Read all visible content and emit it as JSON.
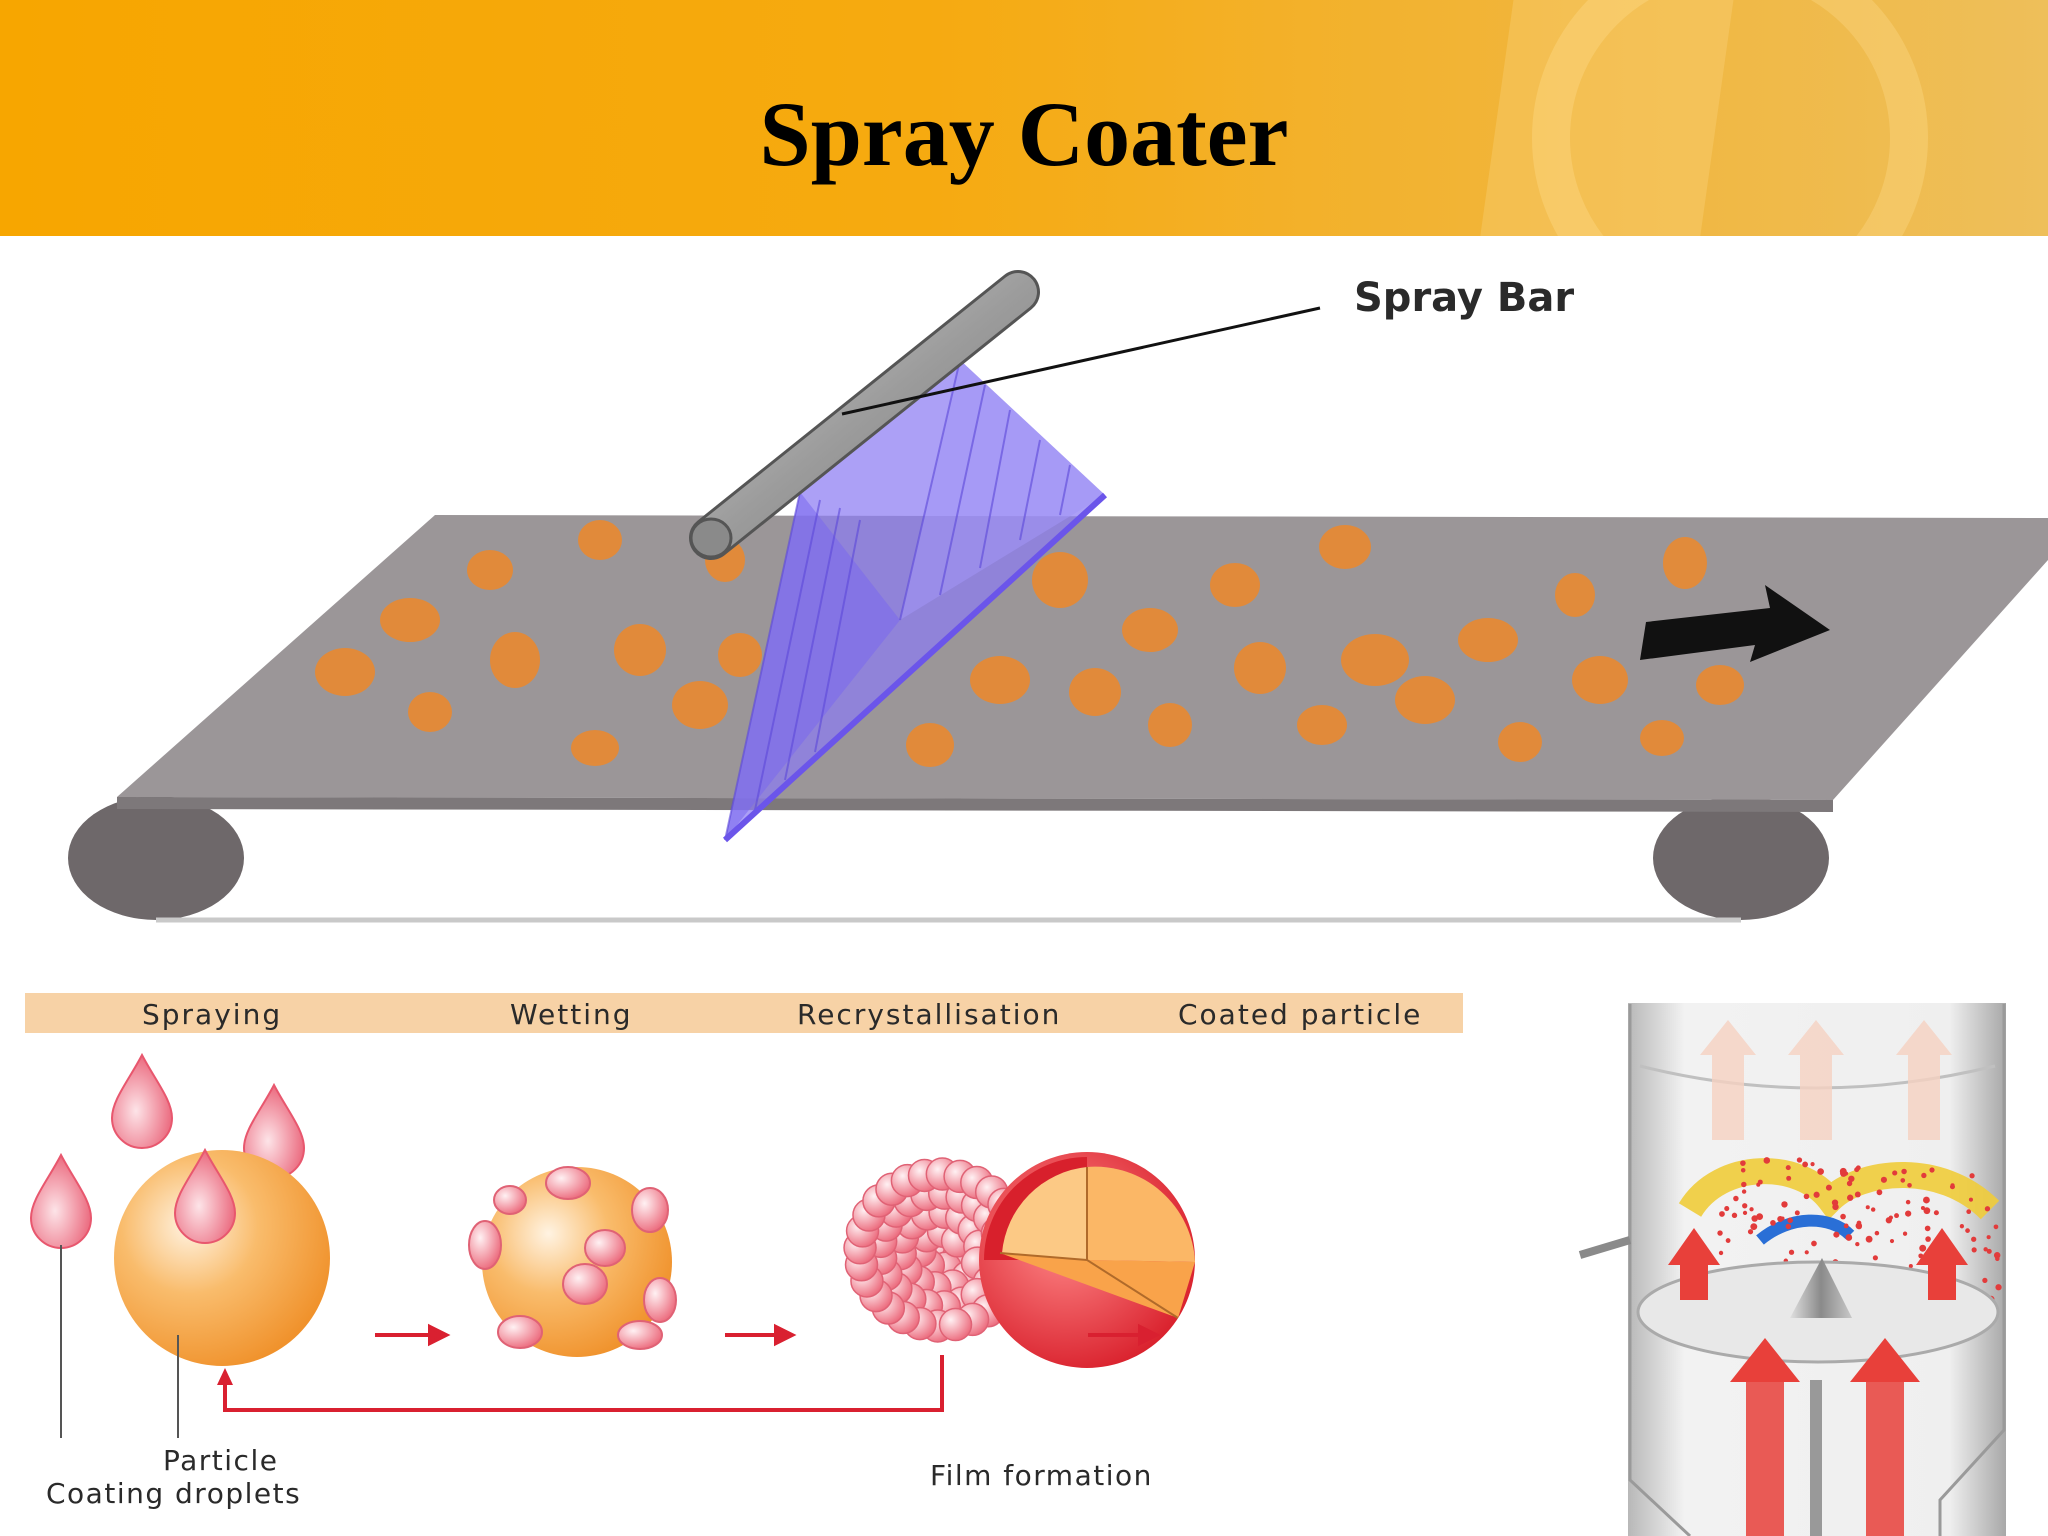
{
  "slide": {
    "title": "Spray Coater"
  },
  "conveyor_diagram": {
    "spray_bar_label": "Spray Bar"
  },
  "process_diagram": {
    "stages": [
      "Spraying",
      "Wetting",
      "Recrystallisation",
      "Coated particle"
    ],
    "particle_label": "Particle",
    "droplets_label": "Coating droplets",
    "film_label": "Film formation"
  },
  "colors": {
    "header": "#f7a600",
    "belt": "#9a9597",
    "granule": "#e8923a",
    "spray": "#8c7cf2",
    "droplet": "#e8576e",
    "arrow_red": "#d92030",
    "stage_band": "#f7d2a6"
  }
}
